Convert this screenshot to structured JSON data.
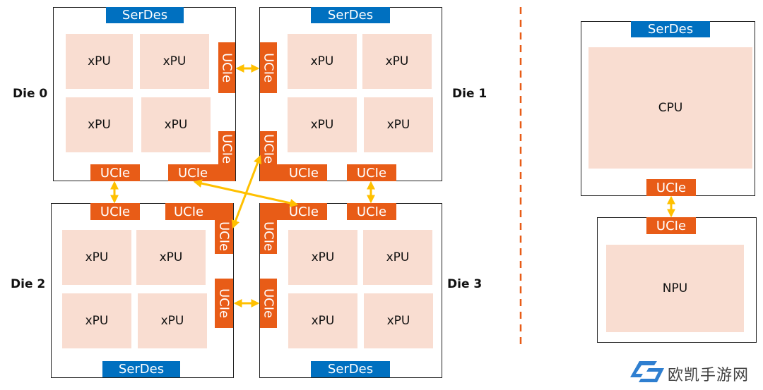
{
  "labels": {
    "die0": "Die 0",
    "die1": "Die 1",
    "die2": "Die 2",
    "die3": "Die 3"
  },
  "serdes": "SerDes",
  "ucie": "UCIe",
  "xpu": "xPU",
  "cpu": "CPU",
  "npu": "NPU",
  "watermark": "欧凯手游网",
  "colors": {
    "serdes": "#0070C0",
    "ucie": "#E85C17",
    "compute": "#F9DDD1",
    "arrow": "#FFC000",
    "divider": "#E85C17"
  }
}
